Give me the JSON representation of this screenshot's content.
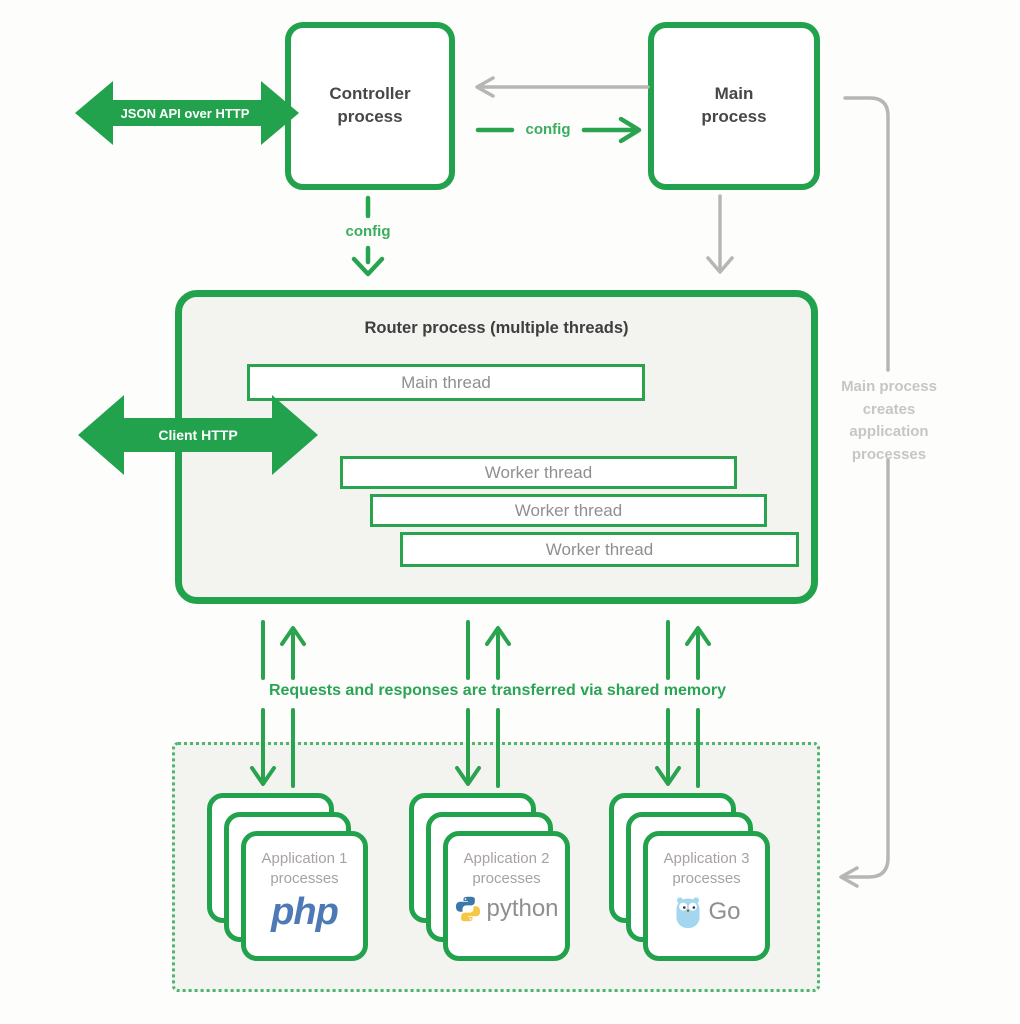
{
  "colors": {
    "green": "#22a24c",
    "green_text": "#3aad5e",
    "shared_memory_text": "#2aa455",
    "gray_line": "#b6b6b6",
    "gray_hint_text": "#c6c6c6",
    "dark_text": "#474747",
    "thread_text": "#8f8f8f",
    "app_text": "#a8a2a2",
    "php_blue": "#4d7ab5",
    "python_blue": "#3b77a8",
    "python_yellow": "#f5c744",
    "gopher_blue": "#a3d7f0",
    "router_bg": "#f3f3f0",
    "container_bg": "#f3f3f0"
  },
  "nodes": {
    "controller": {
      "label": "Controller process"
    },
    "main": {
      "label": "Main process"
    },
    "router": {
      "title": "Router process (multiple threads)",
      "main_thread": "Main thread",
      "workers": [
        "Worker thread",
        "Worker thread",
        "Worker thread"
      ]
    }
  },
  "labels": {
    "json_api": "JSON API over HTTP",
    "client_http": "Client HTTP",
    "config_to_main": "config",
    "config_to_router": "config",
    "shared_memory": "Requests and responses are transferred via shared memory",
    "main_creates": "Main process creates application processes"
  },
  "apps": [
    {
      "name": "Application 1",
      "sub": "processes",
      "runtime": "php",
      "icon": "php-logo"
    },
    {
      "name": "Application 2",
      "sub": "processes",
      "runtime": "python",
      "icon": "python-logo"
    },
    {
      "name": "Application 3",
      "sub": "processes",
      "runtime": "Go",
      "icon": "go-gopher"
    }
  ]
}
